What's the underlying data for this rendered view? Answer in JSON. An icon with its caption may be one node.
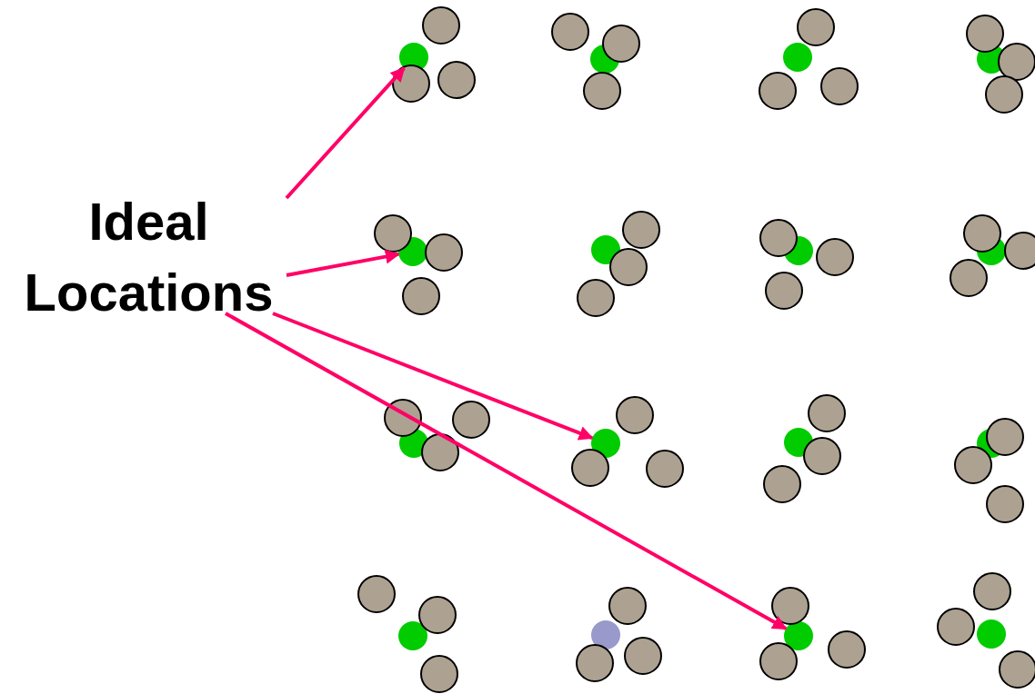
{
  "diagram": {
    "nodes": [
      {
        "text": [
          "Ideal Locations"
        ]
      },
      {
        "text": [],
        "shape": "circle"
      },
      {
        "text": [],
        "shape": "circle"
      },
      {
        "text": [],
        "shape": "circle"
      },
      {
        "text": [],
        "shape": "circle"
      }
    ],
    "edges": [
      {
        "from": 0,
        "to": 1,
        "arrow": "to"
      },
      {
        "from": 0,
        "to": 2,
        "arrow": "to"
      },
      {
        "from": 0,
        "to": 3,
        "arrow": "to"
      },
      {
        "from": 0,
        "to": 4,
        "arrow": "to"
      }
    ]
  }
}
